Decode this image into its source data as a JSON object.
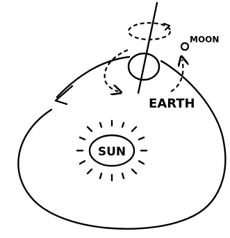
{
  "labels": {
    "moon": "MOON",
    "earth": "EARTH",
    "sun": "SUN"
  },
  "colors": {
    "ink": "#000000",
    "background": "#ffffff"
  }
}
